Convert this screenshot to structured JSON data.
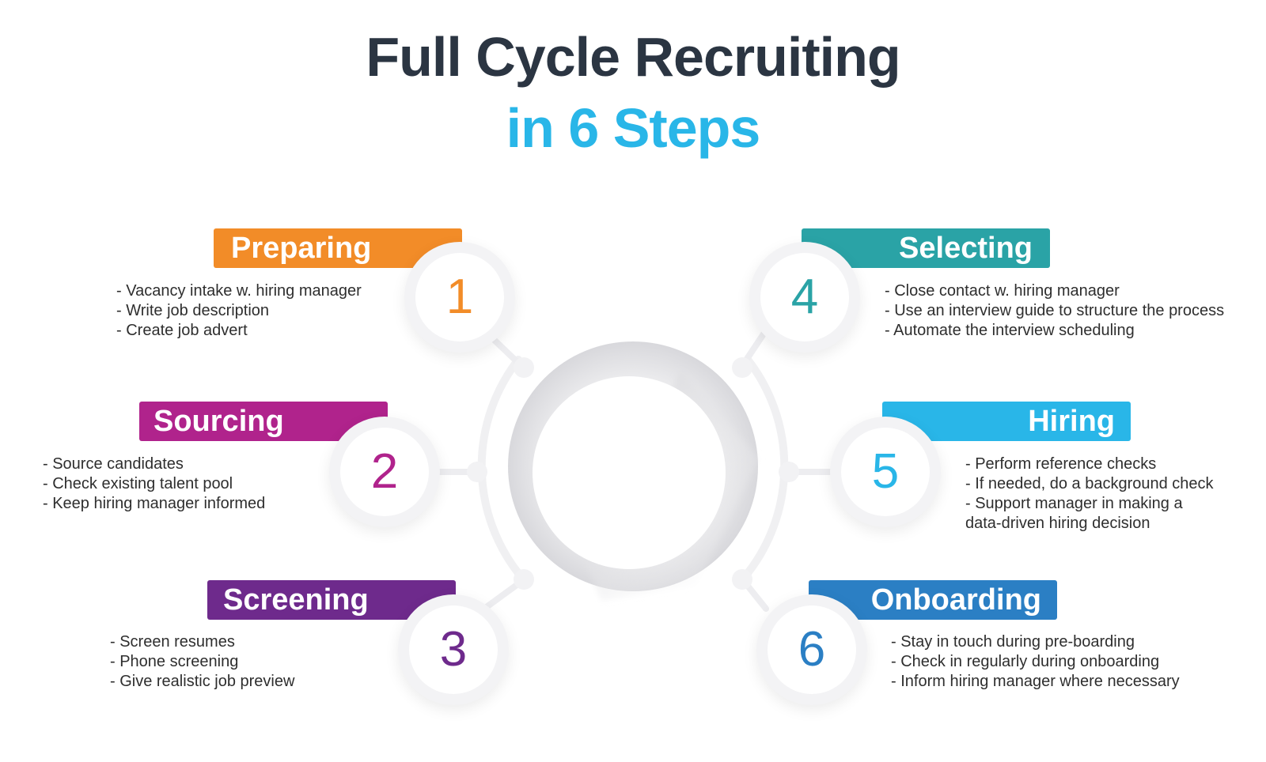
{
  "title": {
    "line1": "Full Cycle Recruiting",
    "line2": "in 6 Steps",
    "line1_color": "#2b3542",
    "line2_color": "#29b6e8"
  },
  "steps": [
    {
      "number": "1",
      "label": "Preparing",
      "color": "#f28c28",
      "bullets": [
        "- Vacancy intake w. hiring manager",
        "- Write job description",
        "- Create job advert"
      ]
    },
    {
      "number": "2",
      "label": "Sourcing",
      "color": "#b0238c",
      "bullets": [
        "- Source candidates",
        "- Check existing talent pool",
        "- Keep hiring manager informed"
      ]
    },
    {
      "number": "3",
      "label": "Screening",
      "color": "#6e2a8c",
      "bullets": [
        "- Screen resumes",
        "- Phone screening",
        "- Give realistic job preview"
      ]
    },
    {
      "number": "4",
      "label": "Selecting",
      "color": "#2aa3a6",
      "bullets": [
        "- Close contact w. hiring manager",
        "- Use an interview guide to structure the process",
        "- Automate the interview scheduling"
      ]
    },
    {
      "number": "5",
      "label": "Hiring",
      "color": "#29b6e8",
      "bullets": [
        "- Perform reference checks",
        "- If needed, do a background check",
        "- Support manager in making a",
        "data-driven hiring decision"
      ]
    },
    {
      "number": "6",
      "label": "Onboarding",
      "color": "#2b7fc4",
      "bullets": [
        "- Stay in touch during pre-boarding",
        "- Check in regularly during onboarding",
        "- Inform hiring manager where necessary"
      ]
    }
  ]
}
